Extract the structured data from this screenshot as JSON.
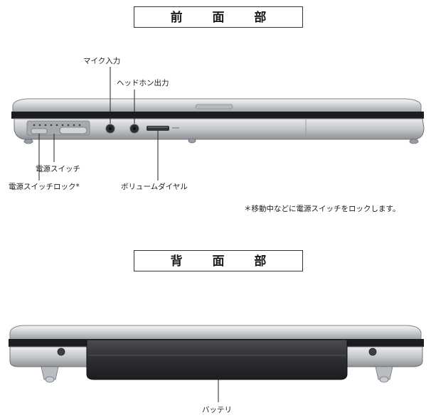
{
  "front": {
    "title": "前 面 部",
    "labels": {
      "mic": "マイク入力",
      "headphone": "ヘッドホン出力",
      "power_switch": "電源スイッチ",
      "power_lock": "電源スイッチロック*",
      "volume": "ボリュームダイヤル"
    },
    "note": "＊移動中などに電源スイッチをロックします。"
  },
  "back": {
    "title": "背 面 部",
    "labels": {
      "battery": "バッテリ"
    }
  }
}
